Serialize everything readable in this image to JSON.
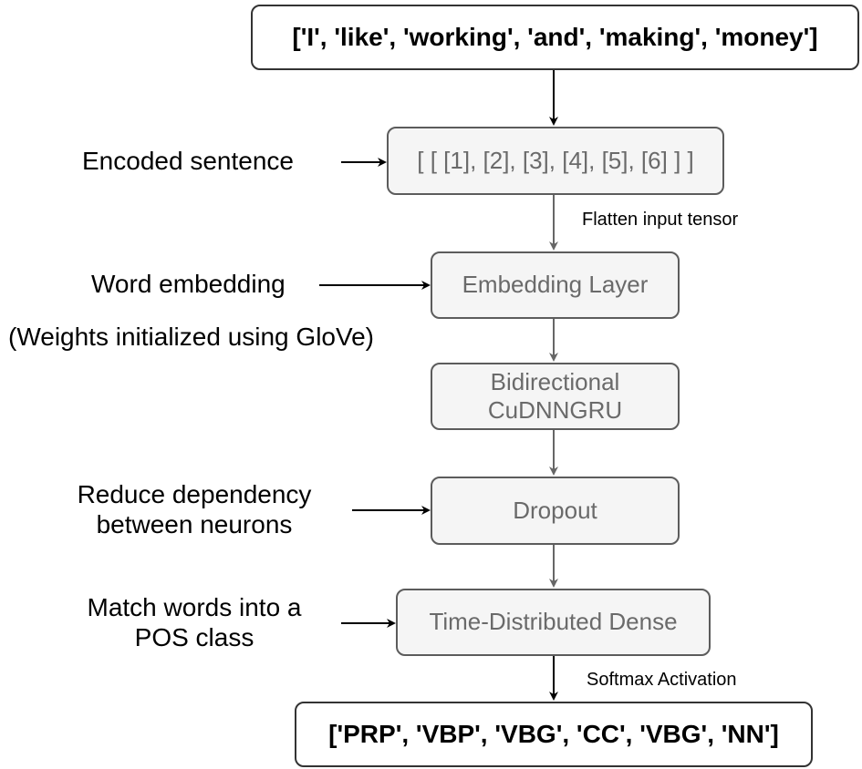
{
  "input_sentence": "['I', 'like', 'working', 'and', 'making', 'money']",
  "nodes": {
    "encoded": "[ [ [1], [2], [3], [4], [5], [6] ] ]",
    "embedding": "Embedding Layer",
    "gru_line1": "Bidirectional",
    "gru_line2": "CuDNNGRU",
    "dropout": "Dropout",
    "dense": "Time-Distributed Dense"
  },
  "output_tags": "['PRP', 'VBP', 'VBG', 'CC', 'VBG', 'NN']",
  "annotations": {
    "encoded_sentence": "Encoded sentence",
    "word_embedding": "Word embedding",
    "glove_note": "(Weights initialized using GloVe)",
    "dropout_line1": "Reduce dependency",
    "dropout_line2": "between neurons",
    "dense_line1": "Match words into a",
    "dense_line2": "POS class"
  },
  "edge_labels": {
    "flatten": "Flatten input tensor",
    "softmax": "Softmax Activation"
  },
  "colors": {
    "dark_arrow": "#000000",
    "gray_arrow": "#666666",
    "node_fill": "#f5f5f5",
    "node_text": "#6a6a6a"
  }
}
